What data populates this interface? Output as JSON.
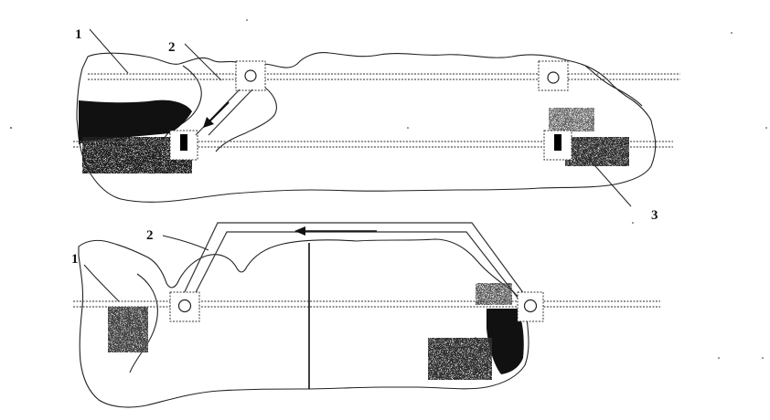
{
  "labels": {
    "top_1": "1",
    "top_2": "2",
    "top_3": "3",
    "bottom_1": "1",
    "bottom_2": "2"
  }
}
